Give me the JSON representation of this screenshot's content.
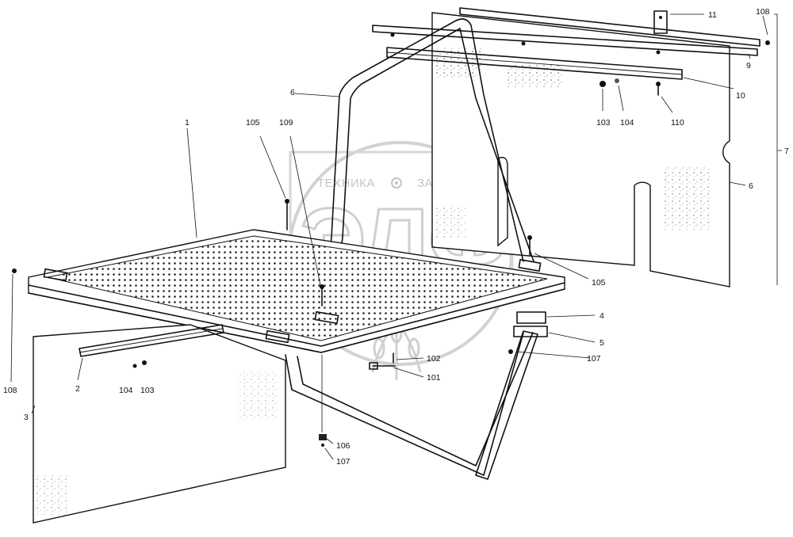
{
  "watermark": {
    "left_text": "ТЕХНИКА",
    "right_text": "ЗАПЧАСТИ",
    "monogram": "ЭЛФ",
    "gear_icon": "gear-icon"
  },
  "callouts": [
    {
      "id": "c-1",
      "label": "1"
    },
    {
      "id": "c-2",
      "label": "2"
    },
    {
      "id": "c-3",
      "label": "3"
    },
    {
      "id": "c-4",
      "label": "4"
    },
    {
      "id": "c-5",
      "label": "5"
    },
    {
      "id": "c-6a",
      "label": "6"
    },
    {
      "id": "c-6b",
      "label": "6"
    },
    {
      "id": "c-7",
      "label": "7"
    },
    {
      "id": "c-9",
      "label": "9"
    },
    {
      "id": "c-10",
      "label": "10"
    },
    {
      "id": "c-11",
      "label": "11"
    },
    {
      "id": "c-101",
      "label": "101"
    },
    {
      "id": "c-102",
      "label": "102"
    },
    {
      "id": "c-103a",
      "label": "103"
    },
    {
      "id": "c-103b",
      "label": "103"
    },
    {
      "id": "c-104a",
      "label": "104"
    },
    {
      "id": "c-104b",
      "label": "104"
    },
    {
      "id": "c-105a",
      "label": "105"
    },
    {
      "id": "c-105b",
      "label": "105"
    },
    {
      "id": "c-106",
      "label": "106"
    },
    {
      "id": "c-107a",
      "label": "107"
    },
    {
      "id": "c-107b",
      "label": "107"
    },
    {
      "id": "c-108a",
      "label": "108"
    },
    {
      "id": "c-108b",
      "label": "108"
    },
    {
      "id": "c-109",
      "label": "109"
    },
    {
      "id": "c-110",
      "label": "110"
    }
  ]
}
